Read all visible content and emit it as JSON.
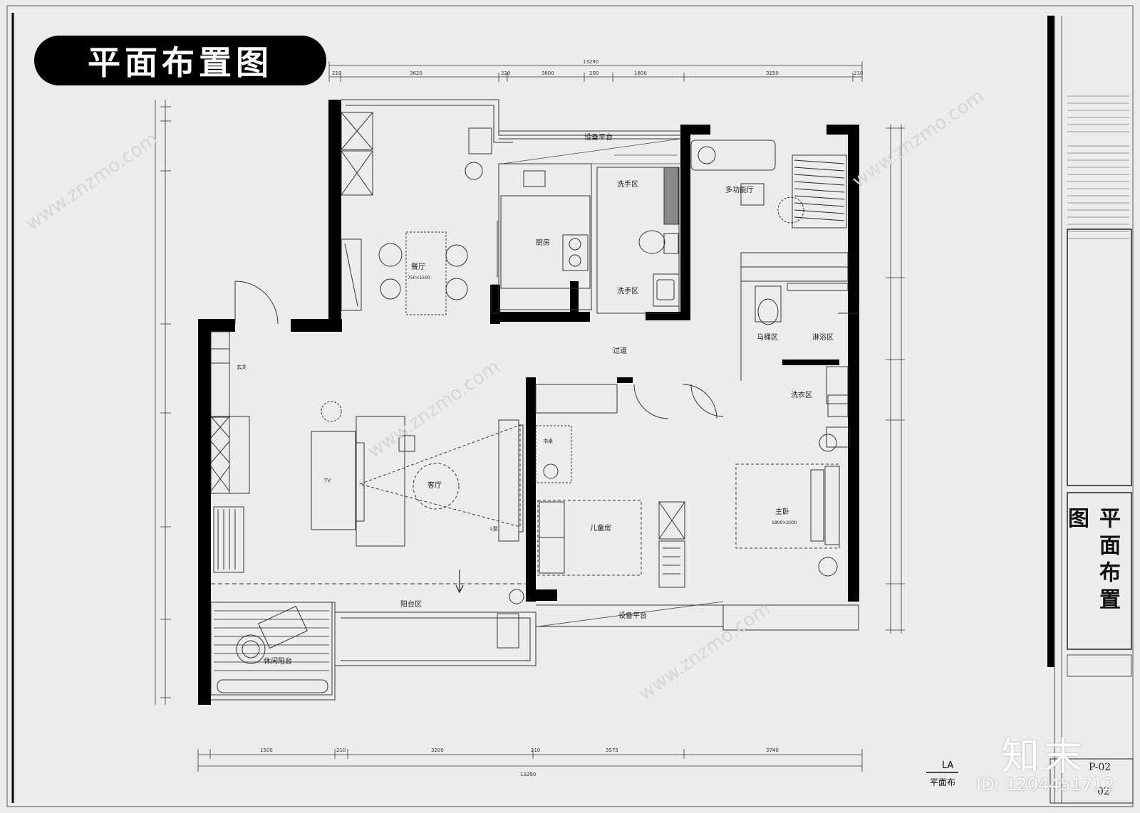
{
  "title": "平面布置图",
  "titleblock": {
    "vertical_title": "平面布置图",
    "sheet_number": "P-02",
    "sheet_number_short": "02",
    "layout_code": "LA",
    "layout_name": "平面布"
  },
  "rooms": {
    "equipment_platform_top": "设备平台",
    "dining": "餐厅",
    "dining_table_size": "750×1500",
    "kitchen": "厨房",
    "toilet": "洗手区",
    "wash_top": "洗手区",
    "multi_room": "多功能厅",
    "corridor": "过道",
    "living": "客厅",
    "kids_room": "儿童房",
    "master": "主卧",
    "master_size": "1800×2000",
    "toilet_area": "马桶区",
    "shower_area": "淋浴区",
    "laundry": "洗衣区",
    "balcony": "阳台区",
    "leisure_balcony": "休闲阳台",
    "equipment_platform_bottom": "设备平台",
    "entrance": "玄关",
    "tv_label": "TV",
    "living_sofa": "L型",
    "kids_desk": "书桌"
  },
  "dimensions": {
    "top_total": "13290",
    "bottom_total": "13290",
    "top": [
      "210",
      "3620",
      "220",
      "3800",
      "200",
      "1600",
      "3250",
      "210"
    ],
    "bottom": [
      "1500",
      "210",
      "3200",
      "210",
      "3575",
      "3740"
    ]
  },
  "branding": {
    "brand": "知末",
    "image_id": "ID: 1204451712",
    "watermark": "www.znzmo.com"
  }
}
